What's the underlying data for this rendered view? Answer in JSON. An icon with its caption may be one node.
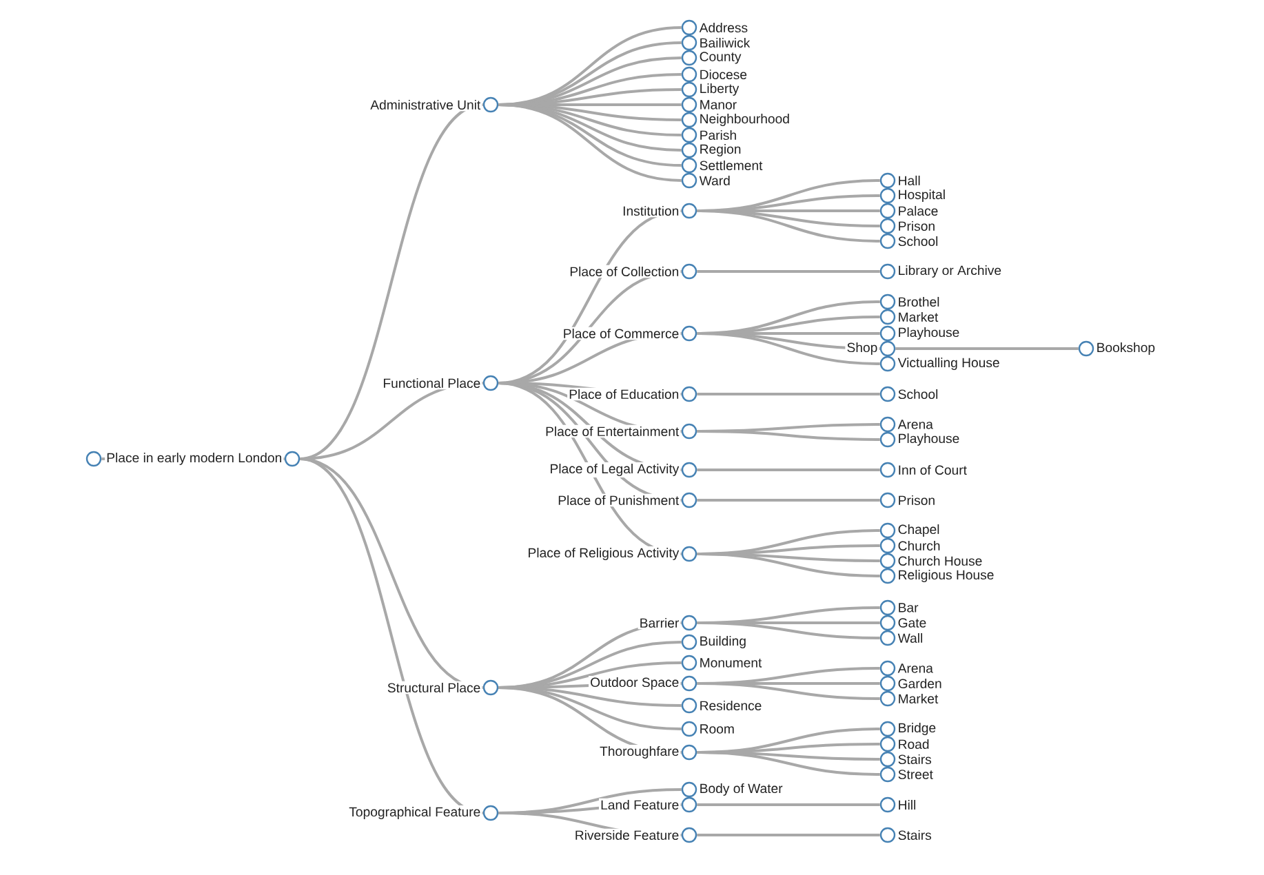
{
  "diagram": {
    "nodes": [
      {
        "text": [],
        "shape": "circle"
      },
      {
        "text": [
          "Place in early modern London"
        ]
      },
      {
        "text": [
          "Administrative Unit"
        ]
      },
      {
        "text": [
          "Address"
        ]
      },
      {
        "text": [
          "Bailiwick"
        ]
      },
      {
        "text": [
          "County"
        ]
      },
      {
        "text": [
          "Diocese"
        ]
      },
      {
        "text": [
          "Liberty"
        ]
      },
      {
        "text": [
          "Manor"
        ]
      },
      {
        "text": [
          "Neighbourhood"
        ]
      },
      {
        "text": [
          "Parish"
        ]
      },
      {
        "text": [
          "Region"
        ]
      },
      {
        "text": [
          "Settlement"
        ]
      },
      {
        "text": [
          "Ward"
        ]
      },
      {
        "text": [
          "Functional Place"
        ]
      },
      {
        "text": [
          "Institution"
        ]
      },
      {
        "text": [
          "Hall"
        ]
      },
      {
        "text": [
          "Hospital"
        ]
      },
      {
        "text": [
          "Palace"
        ]
      },
      {
        "text": [
          "Prison"
        ]
      },
      {
        "text": [
          "School"
        ]
      },
      {
        "text": [
          "Place of Collection"
        ]
      },
      {
        "text": [
          "Library or Archive"
        ]
      },
      {
        "text": [
          "Place of Commerce"
        ]
      },
      {
        "text": [
          "Brothel"
        ]
      },
      {
        "text": [
          "Market"
        ]
      },
      {
        "text": [
          "Playhouse"
        ]
      },
      {
        "text": [
          "Shop"
        ]
      },
      {
        "text": [
          "Bookshop"
        ]
      },
      {
        "text": [
          "Victualling House"
        ]
      },
      {
        "text": [
          "Place of Education"
        ]
      },
      {
        "text": [
          "School"
        ]
      },
      {
        "text": [
          "Place of Entertainment"
        ]
      },
      {
        "text": [
          "Arena"
        ]
      },
      {
        "text": [
          "Playhouse"
        ]
      },
      {
        "text": [
          "Place of Legal Activity"
        ]
      },
      {
        "text": [
          "Inn of Court"
        ]
      },
      {
        "text": [
          "Place of Punishment"
        ]
      },
      {
        "text": [
          "Prison"
        ]
      },
      {
        "text": [
          "Place of Religious Activity"
        ]
      },
      {
        "text": [
          "Chapel"
        ]
      },
      {
        "text": [
          "Church"
        ]
      },
      {
        "text": [
          "Church House"
        ]
      },
      {
        "text": [
          "Religious House"
        ]
      },
      {
        "text": [
          "Structural Place"
        ]
      },
      {
        "text": [
          "Barrier"
        ]
      },
      {
        "text": [
          "Bar"
        ]
      },
      {
        "text": [
          "Gate"
        ]
      },
      {
        "text": [
          "Wall"
        ]
      },
      {
        "text": [
          "Building"
        ]
      },
      {
        "text": [
          "Monument"
        ]
      },
      {
        "text": [
          "Outdoor Space"
        ]
      },
      {
        "text": [
          "Arena"
        ]
      },
      {
        "text": [
          "Garden"
        ]
      },
      {
        "text": [
          "Market"
        ]
      },
      {
        "text": [
          "Residence"
        ]
      },
      {
        "text": [
          "Room"
        ]
      },
      {
        "text": [
          "Thoroughfare"
        ]
      },
      {
        "text": [
          "Bridge"
        ]
      },
      {
        "text": [
          "Road"
        ]
      },
      {
        "text": [
          "Stairs"
        ]
      },
      {
        "text": [
          "Street"
        ]
      },
      {
        "text": [
          "Topographical Feature"
        ]
      },
      {
        "text": [
          "Body of Water"
        ]
      },
      {
        "text": [
          "Land Feature"
        ]
      },
      {
        "text": [
          "Hill"
        ]
      },
      {
        "text": [
          "Riverside Feature"
        ]
      },
      {
        "text": [
          "Stairs"
        ]
      }
    ],
    "edges": [
      {
        "from": 0,
        "to": 1,
        "arrow": "none"
      },
      {
        "from": 1,
        "to": 2,
        "arrow": "none"
      },
      {
        "from": 2,
        "to": 3,
        "arrow": "none"
      },
      {
        "from": 2,
        "to": 4,
        "arrow": "none"
      },
      {
        "from": 2,
        "to": 5,
        "arrow": "none"
      },
      {
        "from": 2,
        "to": 6,
        "arrow": "none"
      },
      {
        "from": 2,
        "to": 7,
        "arrow": "none"
      },
      {
        "from": 2,
        "to": 8,
        "arrow": "none"
      },
      {
        "from": 2,
        "to": 9,
        "arrow": "none"
      },
      {
        "from": 2,
        "to": 10,
        "arrow": "none"
      },
      {
        "from": 2,
        "to": 11,
        "arrow": "none"
      },
      {
        "from": 2,
        "to": 12,
        "arrow": "none"
      },
      {
        "from": 2,
        "to": 13,
        "arrow": "none"
      },
      {
        "from": 1,
        "to": 14,
        "arrow": "none"
      },
      {
        "from": 14,
        "to": 15,
        "arrow": "none"
      },
      {
        "from": 15,
        "to": 16,
        "arrow": "none"
      },
      {
        "from": 15,
        "to": 17,
        "arrow": "none"
      },
      {
        "from": 15,
        "to": 18,
        "arrow": "none"
      },
      {
        "from": 15,
        "to": 19,
        "arrow": "none"
      },
      {
        "from": 15,
        "to": 20,
        "arrow": "none"
      },
      {
        "from": 14,
        "to": 21,
        "arrow": "none"
      },
      {
        "from": 21,
        "to": 22,
        "arrow": "none"
      },
      {
        "from": 14,
        "to": 23,
        "arrow": "none"
      },
      {
        "from": 23,
        "to": 24,
        "arrow": "none"
      },
      {
        "from": 23,
        "to": 25,
        "arrow": "none"
      },
      {
        "from": 23,
        "to": 26,
        "arrow": "none"
      },
      {
        "from": 23,
        "to": 27,
        "arrow": "none"
      },
      {
        "from": 27,
        "to": 28,
        "arrow": "none"
      },
      {
        "from": 23,
        "to": 29,
        "arrow": "none"
      },
      {
        "from": 14,
        "to": 30,
        "arrow": "none"
      },
      {
        "from": 30,
        "to": 31,
        "arrow": "none"
      },
      {
        "from": 14,
        "to": 32,
        "arrow": "none"
      },
      {
        "from": 32,
        "to": 33,
        "arrow": "none"
      },
      {
        "from": 32,
        "to": 34,
        "arrow": "none"
      },
      {
        "from": 14,
        "to": 35,
        "arrow": "none"
      },
      {
        "from": 35,
        "to": 36,
        "arrow": "none"
      },
      {
        "from": 14,
        "to": 37,
        "arrow": "none"
      },
      {
        "from": 37,
        "to": 38,
        "arrow": "none"
      },
      {
        "from": 14,
        "to": 39,
        "arrow": "none"
      },
      {
        "from": 39,
        "to": 40,
        "arrow": "none"
      },
      {
        "from": 39,
        "to": 41,
        "arrow": "none"
      },
      {
        "from": 39,
        "to": 42,
        "arrow": "none"
      },
      {
        "from": 39,
        "to": 43,
        "arrow": "none"
      },
      {
        "from": 1,
        "to": 44,
        "arrow": "none"
      },
      {
        "from": 44,
        "to": 45,
        "arrow": "none"
      },
      {
        "from": 45,
        "to": 46,
        "arrow": "none"
      },
      {
        "from": 45,
        "to": 47,
        "arrow": "none"
      },
      {
        "from": 45,
        "to": 48,
        "arrow": "none"
      },
      {
        "from": 44,
        "to": 49,
        "arrow": "none"
      },
      {
        "from": 44,
        "to": 50,
        "arrow": "none"
      },
      {
        "from": 44,
        "to": 51,
        "arrow": "none"
      },
      {
        "from": 51,
        "to": 52,
        "arrow": "none"
      },
      {
        "from": 51,
        "to": 53,
        "arrow": "none"
      },
      {
        "from": 51,
        "to": 54,
        "arrow": "none"
      },
      {
        "from": 44,
        "to": 55,
        "arrow": "none"
      },
      {
        "from": 44,
        "to": 56,
        "arrow": "none"
      },
      {
        "from": 44,
        "to": 57,
        "arrow": "none"
      },
      {
        "from": 57,
        "to": 58,
        "arrow": "none"
      },
      {
        "from": 57,
        "to": 59,
        "arrow": "none"
      },
      {
        "from": 57,
        "to": 60,
        "arrow": "none"
      },
      {
        "from": 57,
        "to": 61,
        "arrow": "none"
      },
      {
        "from": 1,
        "to": 62,
        "arrow": "none"
      },
      {
        "from": 62,
        "to": 63,
        "arrow": "none"
      },
      {
        "from": 62,
        "to": 64,
        "arrow": "none"
      },
      {
        "from": 64,
        "to": 65,
        "arrow": "none"
      },
      {
        "from": 62,
        "to": 66,
        "arrow": "none"
      },
      {
        "from": 66,
        "to": 67,
        "arrow": "none"
      }
    ]
  }
}
